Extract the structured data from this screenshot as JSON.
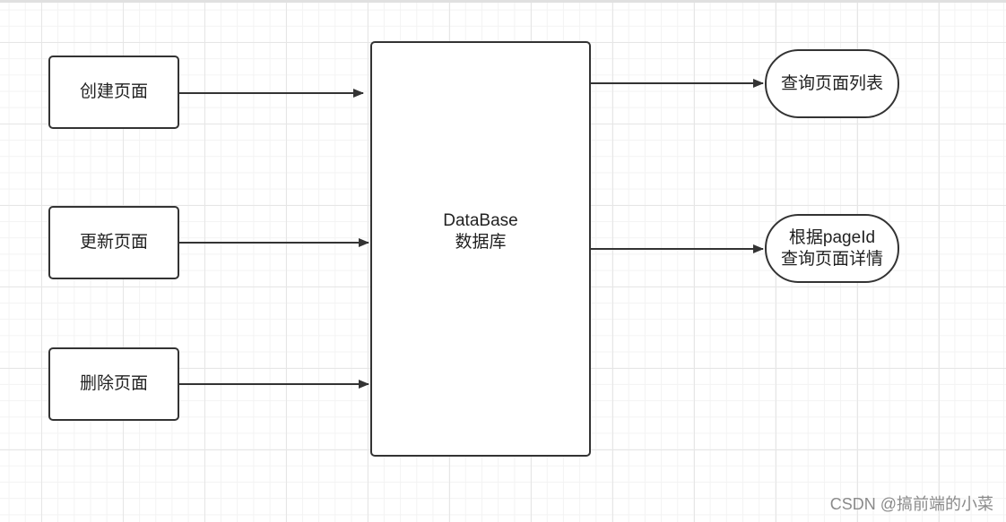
{
  "nodes": {
    "create": "创建页面",
    "update": "更新页面",
    "delete": "删除页面",
    "database_line1": "DataBase",
    "database_line2": "数据库",
    "query_list": "查询页面列表",
    "query_detail_line1": "根据pageId",
    "query_detail_line2": "查询页面详情"
  },
  "watermark": "CSDN @搞前端的小菜",
  "colors": {
    "stroke": "#333333",
    "grid_major": "#e6e6e6",
    "grid_minor": "#f3f3f3",
    "watermark": "#8a8a8a"
  }
}
